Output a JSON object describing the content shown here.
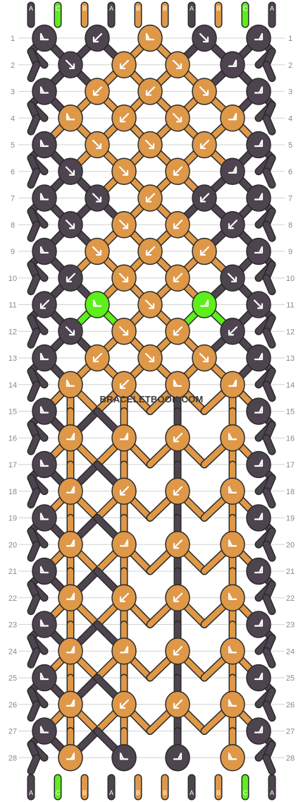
{
  "site": {
    "watermark": "BRACELETBOOK.COM"
  },
  "colors": {
    "A": "#4e4450",
    "B": "#de9848",
    "C": "#5cef1a"
  },
  "threads_top": [
    "A",
    "C",
    "B",
    "A",
    "B",
    "B",
    "A",
    "B",
    "C",
    "A"
  ],
  "threads_bottom": [
    "A",
    "C",
    "B",
    "A",
    "B",
    "B",
    "A",
    "B",
    "C",
    "A"
  ],
  "rows": [
    "1",
    "2",
    "3",
    "4",
    "5",
    "6",
    "7",
    "8",
    "9",
    "10",
    "11",
    "12",
    "13",
    "14",
    "15",
    "16",
    "17",
    "18",
    "19",
    "20",
    "21",
    "22",
    "23",
    "24",
    "25",
    "26",
    "27",
    "28"
  ],
  "knots": {
    "1": [
      {
        "c": "A",
        "d": "rl"
      },
      {
        "c": "A",
        "d": "bl"
      },
      {
        "c": "B",
        "d": "rl"
      },
      {
        "c": "A",
        "d": "br"
      },
      {
        "c": "A",
        "d": "lr"
      }
    ],
    "2": [
      {
        "c": "A",
        "d": "br"
      },
      {
        "c": "B",
        "d": "bl"
      },
      {
        "c": "B",
        "d": "br"
      },
      {
        "c": "A",
        "d": "lr"
      }
    ],
    "3": [
      {
        "c": "A",
        "d": "rl"
      },
      {
        "c": "B",
        "d": "bl"
      },
      {
        "c": "B",
        "d": "bl"
      },
      {
        "c": "B",
        "d": "br"
      },
      {
        "c": "A",
        "d": "lr"
      }
    ],
    "4": [
      {
        "c": "B",
        "d": "rl"
      },
      {
        "c": "B",
        "d": "bl"
      },
      {
        "c": "B",
        "d": "br"
      },
      {
        "c": "B",
        "d": "lr"
      }
    ],
    "5": [
      {
        "c": "A",
        "d": "rl"
      },
      {
        "c": "B",
        "d": "br"
      },
      {
        "c": "B",
        "d": "br"
      },
      {
        "c": "B",
        "d": "bl"
      },
      {
        "c": "A",
        "d": "lr"
      }
    ],
    "6": [
      {
        "c": "A",
        "d": "br"
      },
      {
        "c": "B",
        "d": "br"
      },
      {
        "c": "B",
        "d": "bl"
      },
      {
        "c": "A",
        "d": "lr"
      }
    ],
    "7": [
      {
        "c": "A",
        "d": "rl"
      },
      {
        "c": "A",
        "d": "br"
      },
      {
        "c": "B",
        "d": "bl"
      },
      {
        "c": "A",
        "d": "bl"
      },
      {
        "c": "A",
        "d": "lr"
      }
    ],
    "8": [
      {
        "c": "A",
        "d": "br"
      },
      {
        "c": "B",
        "d": "br"
      },
      {
        "c": "B",
        "d": "bl"
      },
      {
        "c": "A",
        "d": "bl"
      }
    ],
    "9": [
      {
        "c": "A",
        "d": "rl"
      },
      {
        "c": "B",
        "d": "br"
      },
      {
        "c": "B",
        "d": "bl"
      },
      {
        "c": "B",
        "d": "bl"
      },
      {
        "c": "A",
        "d": "lr"
      }
    ],
    "10": [
      {
        "c": "A",
        "d": "bl"
      },
      {
        "c": "B",
        "d": "br"
      },
      {
        "c": "B",
        "d": "bl"
      },
      {
        "c": "A",
        "d": "br"
      }
    ],
    "11": [
      {
        "c": "A",
        "d": "bl"
      },
      {
        "c": "C",
        "d": "rl"
      },
      {
        "c": "B",
        "d": "br"
      },
      {
        "c": "C",
        "d": "lr"
      },
      {
        "c": "A",
        "d": "br"
      }
    ],
    "12": [
      {
        "c": "A",
        "d": "br"
      },
      {
        "c": "B",
        "d": "br"
      },
      {
        "c": "B",
        "d": "bl"
      },
      {
        "c": "A",
        "d": "bl"
      }
    ],
    "13": [
      {
        "c": "A",
        "d": "rl"
      },
      {
        "c": "B",
        "d": "bl"
      },
      {
        "c": "B",
        "d": "br"
      },
      {
        "c": "B",
        "d": "br"
      },
      {
        "c": "A",
        "d": "lr"
      }
    ],
    "14": [
      {
        "c": "B",
        "d": "rl"
      },
      {
        "c": "B",
        "d": "bl"
      },
      {
        "c": "B",
        "d": "rl"
      },
      {
        "c": "B",
        "d": "lr"
      }
    ],
    "15": [
      {
        "c": "A",
        "d": "rl"
      },
      {
        "c": "A",
        "d": "lr"
      }
    ],
    "16": [
      {
        "c": "B",
        "d": "lr"
      },
      {
        "c": "B",
        "d": "lr"
      },
      {
        "c": "B",
        "d": "bl"
      },
      {
        "c": "B",
        "d": "rl"
      }
    ],
    "17": [
      {
        "c": "A",
        "d": "rl"
      },
      {
        "c": "A",
        "d": "lr"
      }
    ],
    "18": [
      {
        "c": "B",
        "d": "lr"
      },
      {
        "c": "B",
        "d": "bl"
      },
      {
        "c": "B",
        "d": "bl"
      },
      {
        "c": "B",
        "d": "rl"
      }
    ],
    "19": [
      {
        "c": "A",
        "d": "rl"
      },
      {
        "c": "A",
        "d": "lr"
      }
    ],
    "20": [
      {
        "c": "B",
        "d": "lr"
      },
      {
        "c": "B",
        "d": "lr"
      },
      {
        "c": "B",
        "d": "bl"
      },
      {
        "c": "B",
        "d": "rl"
      }
    ],
    "21": [
      {
        "c": "A",
        "d": "rl"
      },
      {
        "c": "A",
        "d": "lr"
      }
    ],
    "22": [
      {
        "c": "B",
        "d": "lr"
      },
      {
        "c": "B",
        "d": "bl"
      },
      {
        "c": "B",
        "d": "bl"
      },
      {
        "c": "B",
        "d": "rl"
      }
    ],
    "23": [
      {
        "c": "A",
        "d": "rl"
      },
      {
        "c": "A",
        "d": "lr"
      }
    ],
    "24": [
      {
        "c": "B",
        "d": "lr"
      },
      {
        "c": "B",
        "d": "lr"
      },
      {
        "c": "B",
        "d": "bl"
      },
      {
        "c": "B",
        "d": "rl"
      }
    ],
    "25": [
      {
        "c": "A",
        "d": "rl"
      },
      {
        "c": "A",
        "d": "lr"
      }
    ],
    "26": [
      {
        "c": "B",
        "d": "lr"
      },
      {
        "c": "B",
        "d": "bl"
      },
      {
        "c": "B",
        "d": "bl"
      },
      {
        "c": "B",
        "d": "rl"
      }
    ],
    "27": [
      {
        "c": "A",
        "d": "rl"
      },
      {
        "c": "A",
        "d": "lr"
      }
    ],
    "28": [
      {
        "c": "B",
        "d": "lr"
      },
      {
        "c": "A",
        "d": "rl"
      },
      {
        "c": "A",
        "d": "lr"
      },
      {
        "c": "B",
        "d": "rl"
      }
    ]
  }
}
